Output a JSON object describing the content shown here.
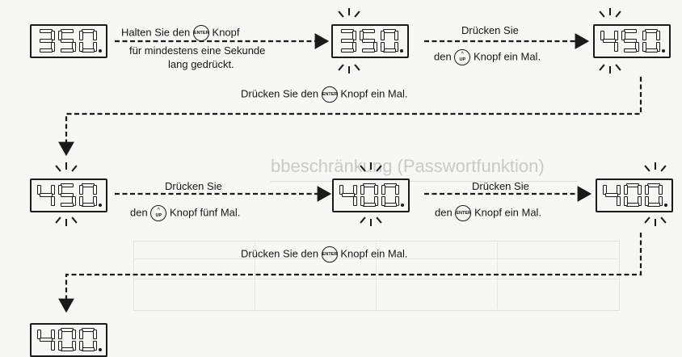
{
  "displays": {
    "d1": [
      "3",
      "5",
      "0"
    ],
    "d2": [
      "3",
      "5",
      "0"
    ],
    "d3": [
      "4",
      "5",
      "0"
    ],
    "d4": [
      "4",
      "5",
      "0"
    ],
    "d5": [
      "4",
      "0",
      "0"
    ],
    "d6": [
      "4",
      "0",
      "0"
    ],
    "d7": [
      "4",
      "0",
      "0"
    ]
  },
  "buttons": {
    "enter": "ENTER",
    "up": "UP"
  },
  "steps": {
    "s1_line1_a": "Halten Sie den",
    "s1_line1_b": "Knopf",
    "s1_line2": "für mindestens eine Sekunde",
    "s1_line3": "lang gedrückt.",
    "s2_line1": "Drücken Sie",
    "s2_line2_a": "den",
    "s2_line2_b": "Knopf ein Mal.",
    "s3_a": "Drücken Sie den",
    "s3_b": "Knopf ein Mal.",
    "s4_line1": "Drücken Sie",
    "s4_line2_a": "den",
    "s4_line2_b": "Knopf fünf Mal.",
    "s5_line1": "Drücken Sie",
    "s5_line2_a": "den",
    "s5_line2_b": "Knopf ein Mal.",
    "s6_a": "Drücken Sie den",
    "s6_b": "Knopf ein Mal."
  },
  "background_text": "bbeschränkung (Passwortfunktion)"
}
